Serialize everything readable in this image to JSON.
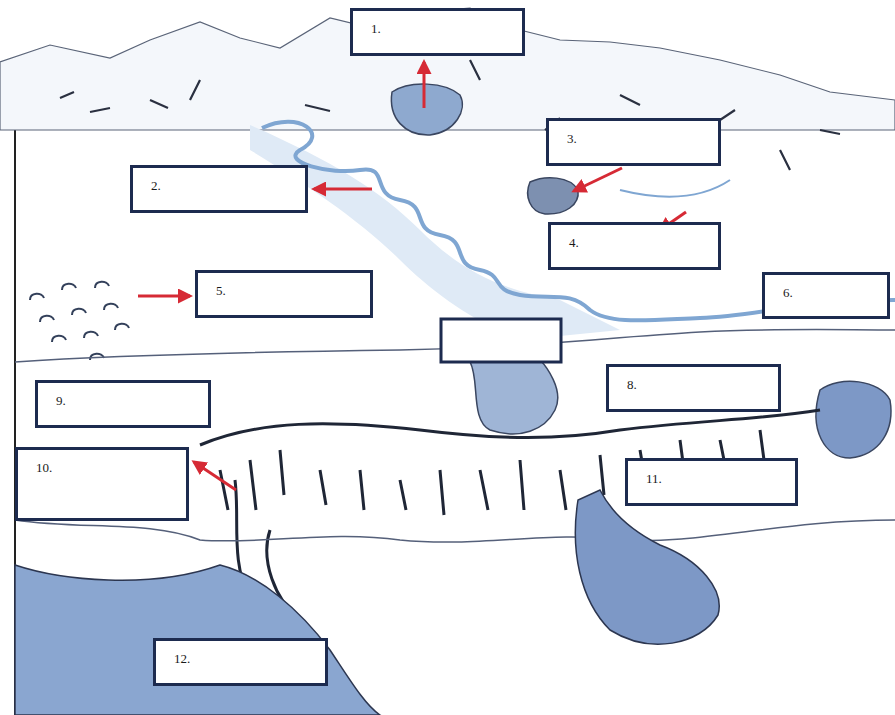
{
  "diagram": {
    "nodes": [
      {
        "text": [
          "1."
        ]
      },
      {
        "text": [
          "2."
        ]
      },
      {
        "text": [
          "3."
        ]
      },
      {
        "text": [
          "4."
        ]
      },
      {
        "text": [
          "5."
        ]
      },
      {
        "text": [
          "6."
        ]
      },
      {
        "text": [
          "8."
        ]
      },
      {
        "text": [
          "9."
        ]
      },
      {
        "text": [
          "10."
        ]
      },
      {
        "text": [
          "11."
        ]
      },
      {
        "text": [
          "12."
        ]
      }
    ]
  }
}
